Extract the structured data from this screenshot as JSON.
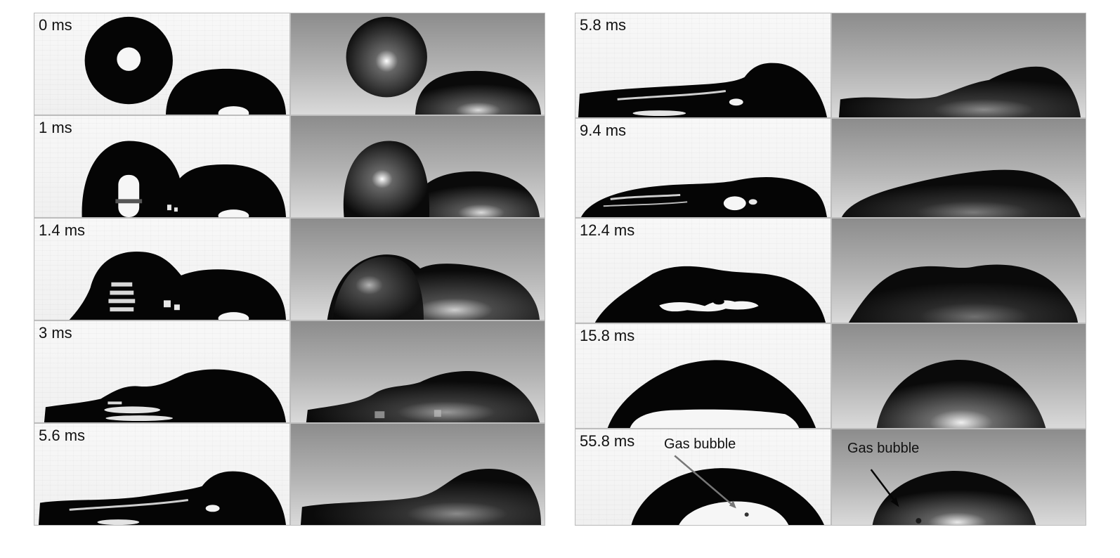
{
  "figure": {
    "left_column": [
      {
        "time": "0 ms"
      },
      {
        "time": "1 ms"
      },
      {
        "time": "1.4 ms"
      },
      {
        "time": "3 ms"
      },
      {
        "time": "5.6 ms"
      }
    ],
    "right_column": [
      {
        "time": "5.8 ms"
      },
      {
        "time": "9.4 ms"
      },
      {
        "time": "12.4 ms"
      },
      {
        "time": "15.8 ms"
      },
      {
        "time": "55.8 ms"
      }
    ],
    "annotations": {
      "side_view_bubble": "Gas bubble",
      "front_view_bubble": "Gas bubble"
    }
  }
}
